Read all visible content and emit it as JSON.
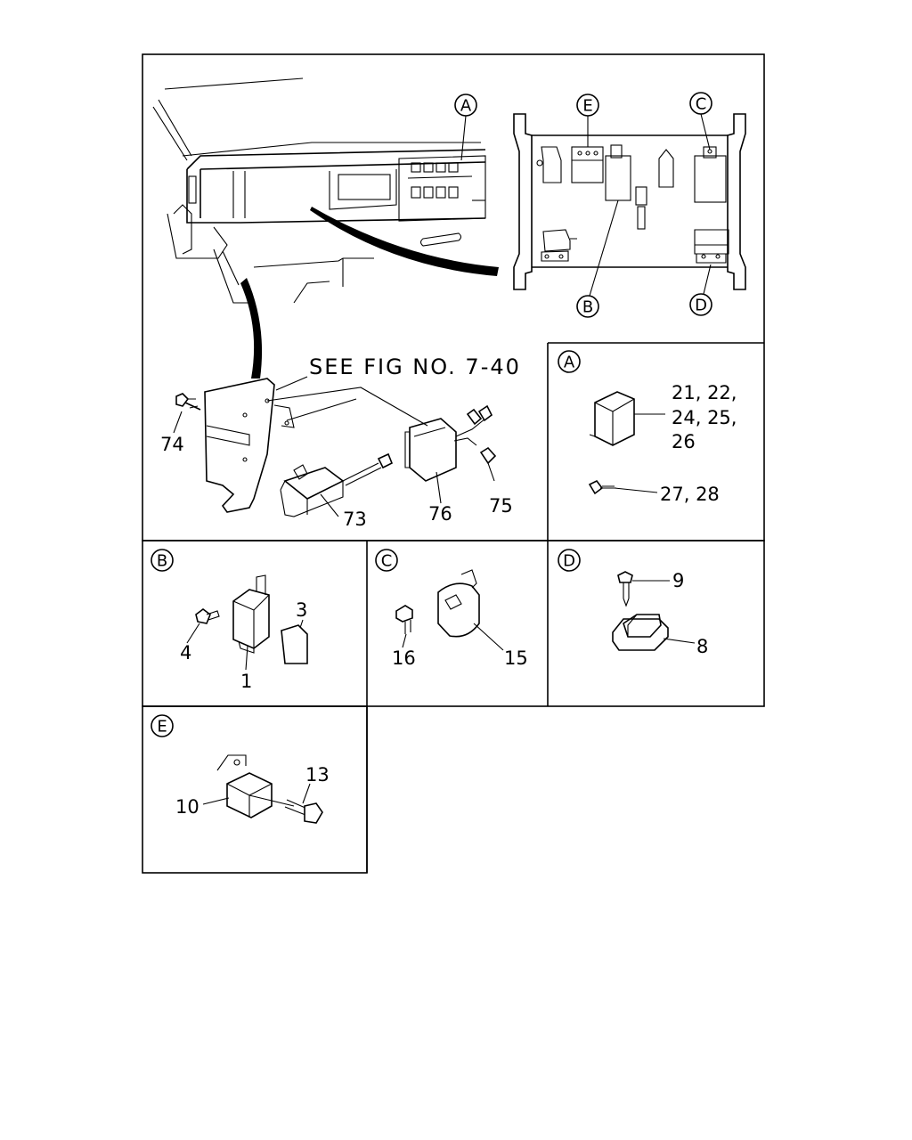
{
  "main_view": {
    "see_fig": "SEE FIG NO. 7-40",
    "callouts": {
      "a": "A",
      "b": "B",
      "c": "C",
      "d": "D",
      "e": "E"
    },
    "part_labels": {
      "p73": "73",
      "p74": "74",
      "p75": "75",
      "p76": "76"
    }
  },
  "panel_a": {
    "marker": "A",
    "label_line1": "21, 22,",
    "label_line2": "24, 25,",
    "label_line3": "26",
    "screw_label": "27, 28"
  },
  "panel_b": {
    "marker": "B",
    "p1": "1",
    "p3": "3",
    "p4": "4"
  },
  "panel_c": {
    "marker": "C",
    "p15": "15",
    "p16": "16"
  },
  "panel_d": {
    "marker": "D",
    "p8": "8",
    "p9": "9"
  },
  "panel_e": {
    "marker": "E",
    "p10": "10",
    "p13": "13"
  }
}
